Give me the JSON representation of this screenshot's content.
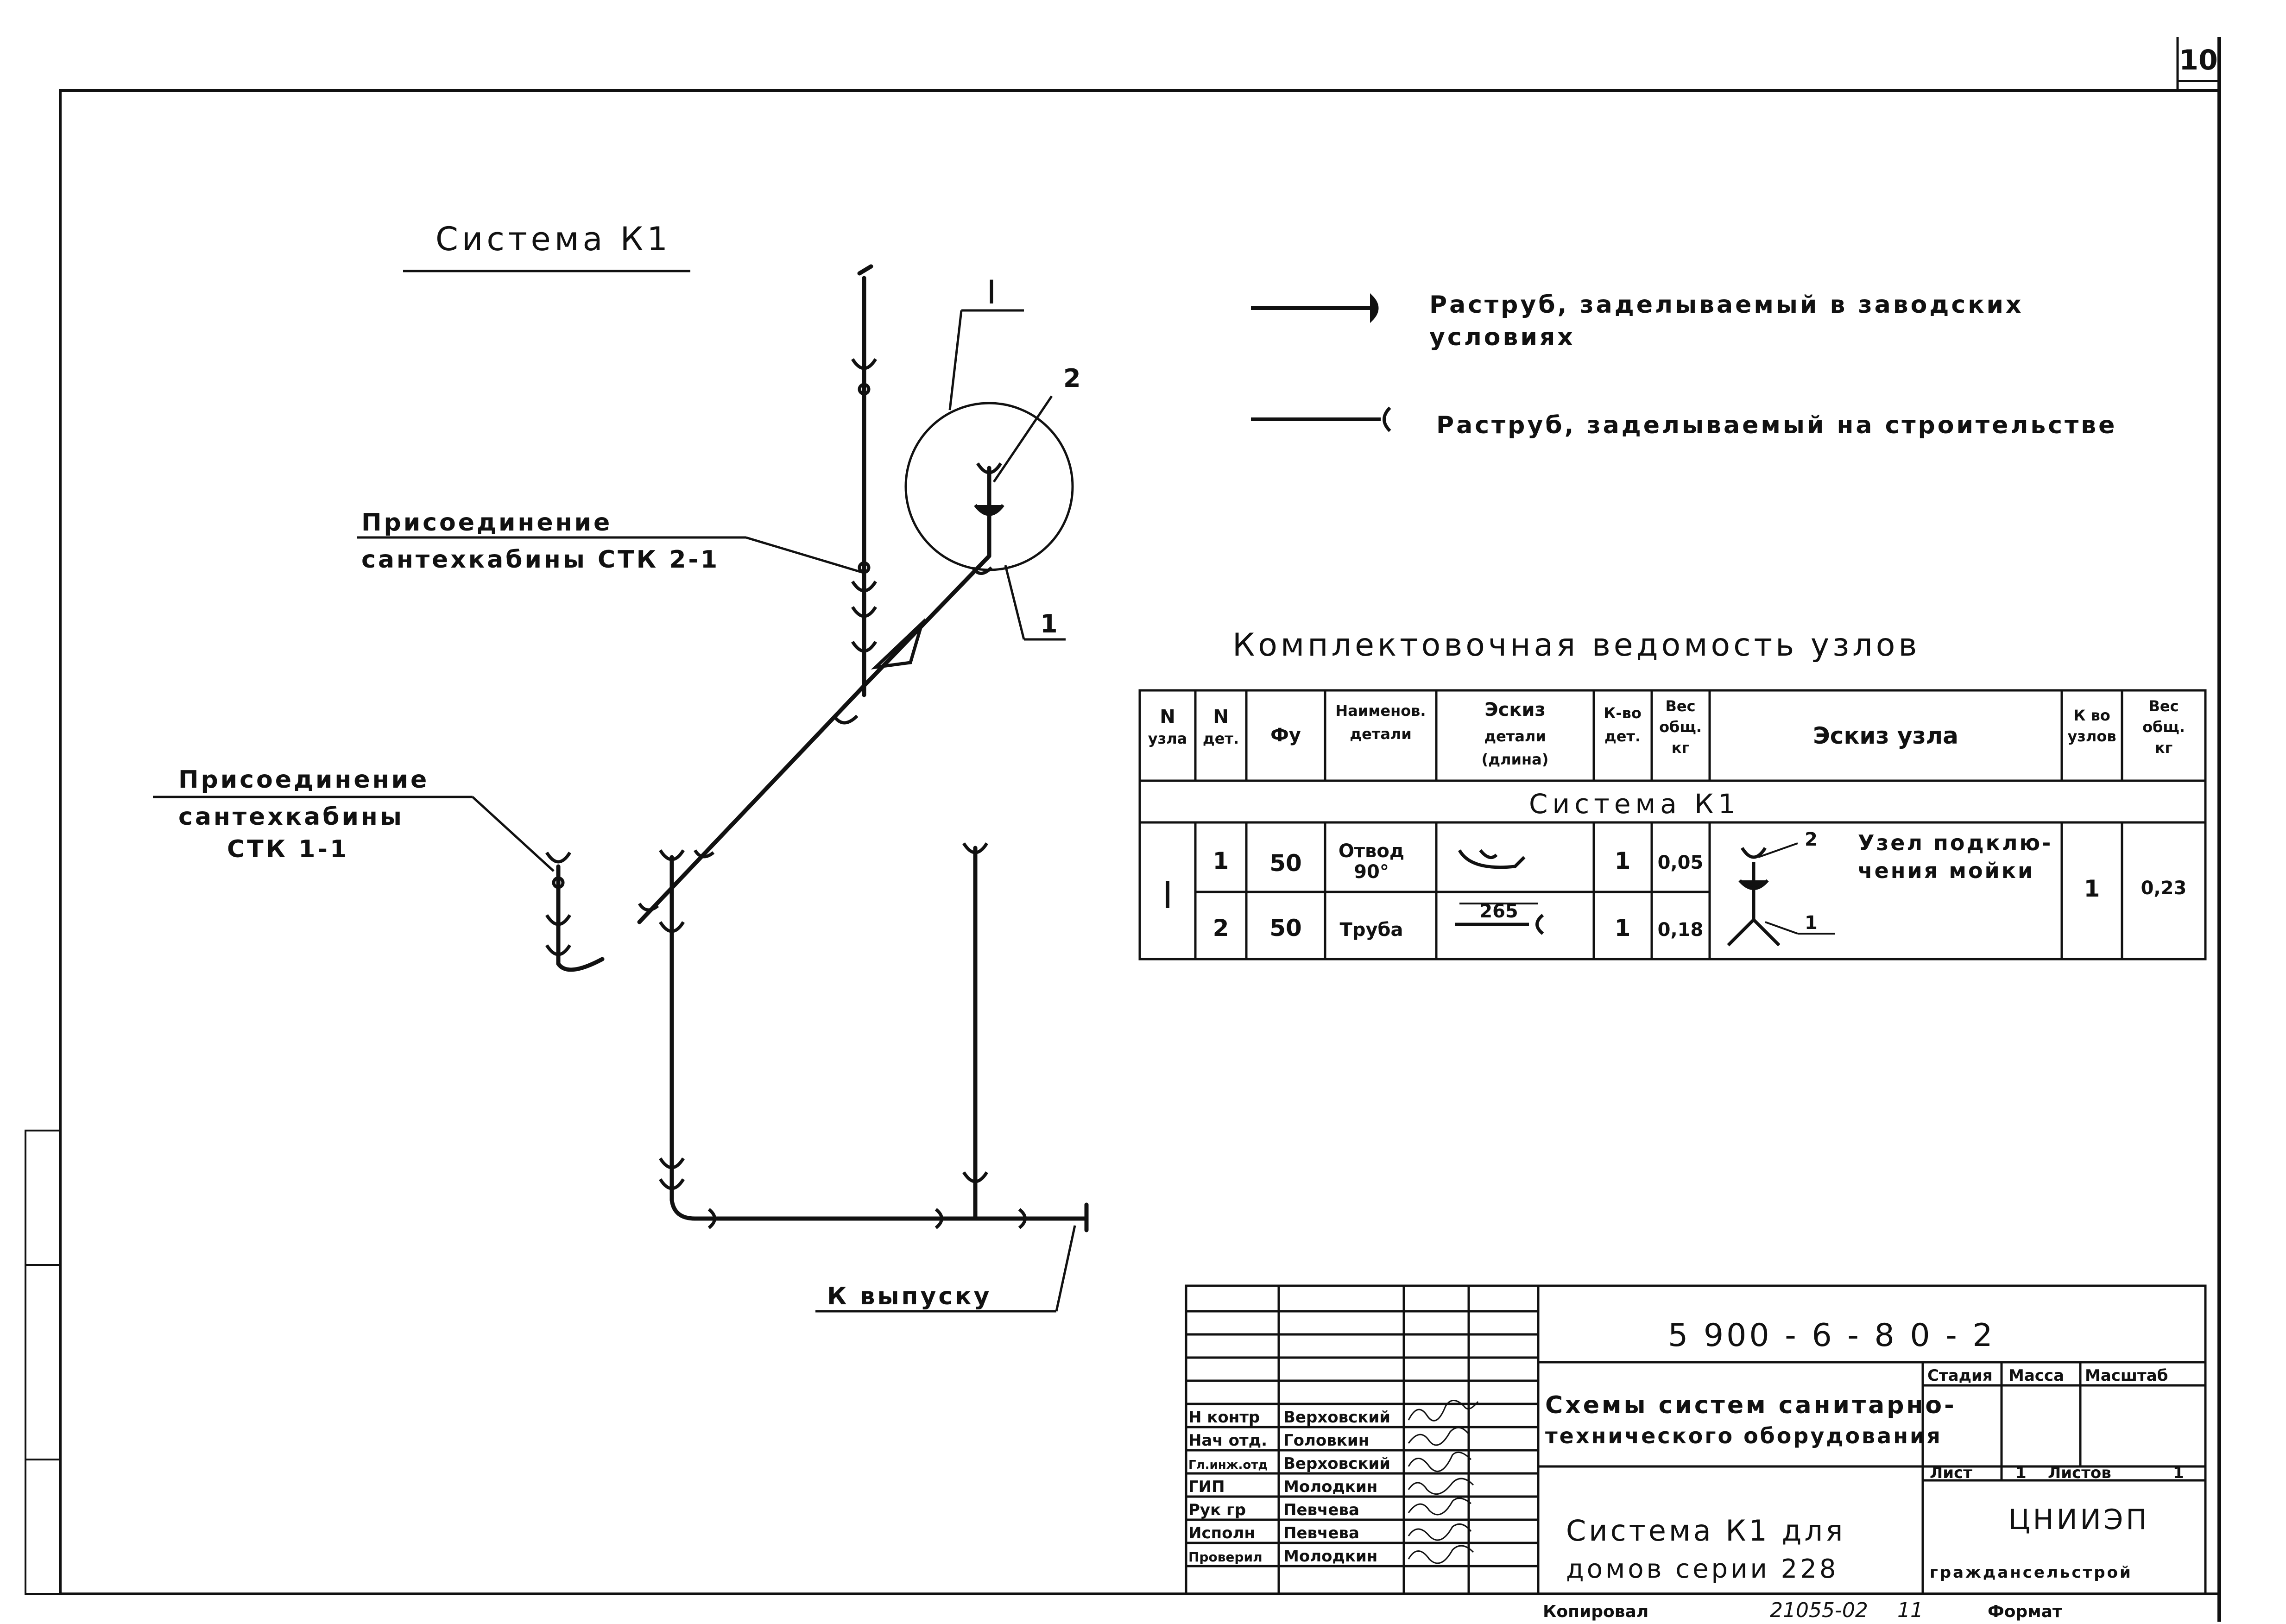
{
  "sheet_number": "10",
  "scheme": {
    "title": "Система К1",
    "node_callout": "I",
    "node_item_2": "2",
    "node_item_1": "1",
    "connection_stk2": [
      "Присоединение",
      "сантехкабины СТК 2-1"
    ],
    "connection_stk1": [
      "Присоединение",
      "сантехкабины",
      "СТК 1-1"
    ],
    "outlet_label": "К выпуску"
  },
  "legend": [
    {
      "text": [
        "Раструб, заделываемый в заводских",
        "условиях"
      ]
    },
    {
      "text": [
        "Раструб, заделываемый на строительстве"
      ]
    }
  ],
  "table": {
    "title": "Комплектовочная ведомость узлов",
    "headers": [
      [
        "N",
        "узла"
      ],
      [
        "N",
        "дет."
      ],
      [
        "Фу"
      ],
      [
        "Наименов.",
        "детали"
      ],
      [
        "Эскиз",
        "детали",
        "(длина)"
      ],
      [
        "К-во",
        "дет."
      ],
      [
        "Вес",
        "общ.",
        "кг"
      ],
      [
        "Эскиз узла"
      ],
      [
        "К во",
        "узлов"
      ],
      [
        "Вес",
        "общ.",
        "кг"
      ]
    ],
    "section": "Система К1",
    "node": "I",
    "rows": [
      {
        "det": "1",
        "du": "50",
        "name": [
          "Отвод",
          "90°"
        ],
        "qty": "1",
        "weight": "0,05"
      },
      {
        "det": "2",
        "du": "50",
        "name": [
          "Труба"
        ],
        "sketch_length": "265",
        "qty": "1",
        "weight": "0,18"
      }
    ],
    "node_sketch_label": [
      "Узел подклю-",
      "чения мойки"
    ],
    "node_sketch_item_2": "2",
    "node_sketch_item_1": "1",
    "node_qty": "1",
    "node_weight": "0,23"
  },
  "title_block": {
    "code": "5 900 - 6 - 8 0 - 2",
    "doc_title": [
      "Схемы систем санитарно-",
      "технического оборудования"
    ],
    "sheet_title": [
      "Система К1 для",
      "домов серии 228"
    ],
    "stage_header": "Стадия",
    "mass_header": "Масса",
    "scale_header": "Масштаб",
    "sheet_label": "Лист",
    "sheet_value": "1",
    "sheets_label": "Листов",
    "sheets_value": "1",
    "organization": [
      "ЦНИИЭП",
      "граждансельстрой"
    ],
    "roles": [
      {
        "role": "Н контр",
        "name": "Верховский"
      },
      {
        "role": "Нач отд.",
        "name": "Головкин"
      },
      {
        "role": "Гл.инж.отд",
        "name": "Верховский"
      },
      {
        "role": "ГИП",
        "name": "Молодкин"
      },
      {
        "role": "Рук гр",
        "name": "Певчева"
      },
      {
        "role": "Исполн",
        "name": "Певчева"
      },
      {
        "role": "Проверил",
        "name": "Молодкин"
      }
    ],
    "footer_copied": "Копировал",
    "footer_number": "21055-02",
    "footer_page": "11",
    "footer_format": "Формат"
  }
}
